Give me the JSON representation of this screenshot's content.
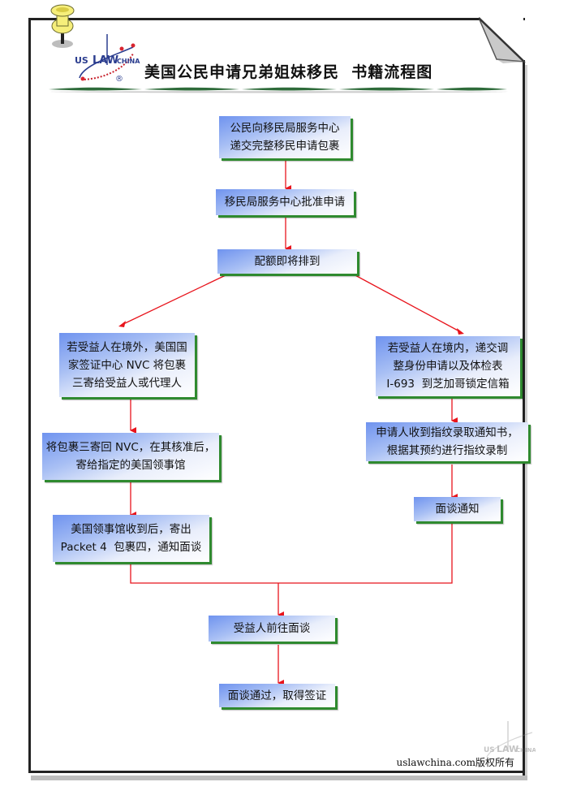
{
  "header": {
    "logo_text": "US LAW CHINA",
    "logo_mark": "®",
    "title": "美国公民申请兄弟姐妹移民  书籍流程图"
  },
  "flow": {
    "step1": {
      "lines": [
        "公民向移民局服务中心",
        "递交完整移民申请包裹"
      ]
    },
    "step2": {
      "lines": [
        "移民局服务中心批准申请"
      ]
    },
    "step3": {
      "lines": [
        "配额即将排到"
      ]
    },
    "left": [
      {
        "lines": [
          "若受益人在境外，美国国",
          "家签证中心 NVC 将包裹",
          "三寄给受益人或代理人"
        ]
      },
      {
        "lines": [
          "将包裹三寄回 NVC，在其核准后，",
          "寄给指定的美国领事馆"
        ]
      },
      {
        "lines": [
          "美国领事馆收到后，寄出",
          "Packet 4  包裹四，通知面谈"
        ]
      }
    ],
    "right": [
      {
        "lines": [
          "若受益人在境内，递交调",
          "整身份申请以及体检表",
          "I-693  到芝加哥锁定信箱"
        ]
      },
      {
        "lines": [
          "申请人收到指纹录取通知书，",
          "根据其预约进行指纹录制"
        ]
      },
      {
        "lines": [
          "面谈通知"
        ]
      }
    ],
    "step_interview": {
      "lines": [
        "受益人前往面谈"
      ]
    },
    "step_final": {
      "lines": [
        "面谈通过，取得签证"
      ]
    }
  },
  "colors": {
    "arrow": "#e8141c",
    "box_shadow": "#2f8a2f",
    "box_gradient_start": "#6f93ef",
    "box_gradient_end": "#ffffff",
    "rule": "#2e6b3a"
  },
  "footer": {
    "copyright": "uslawchina.com版权所有",
    "watermark": "US LAW CHINA"
  }
}
